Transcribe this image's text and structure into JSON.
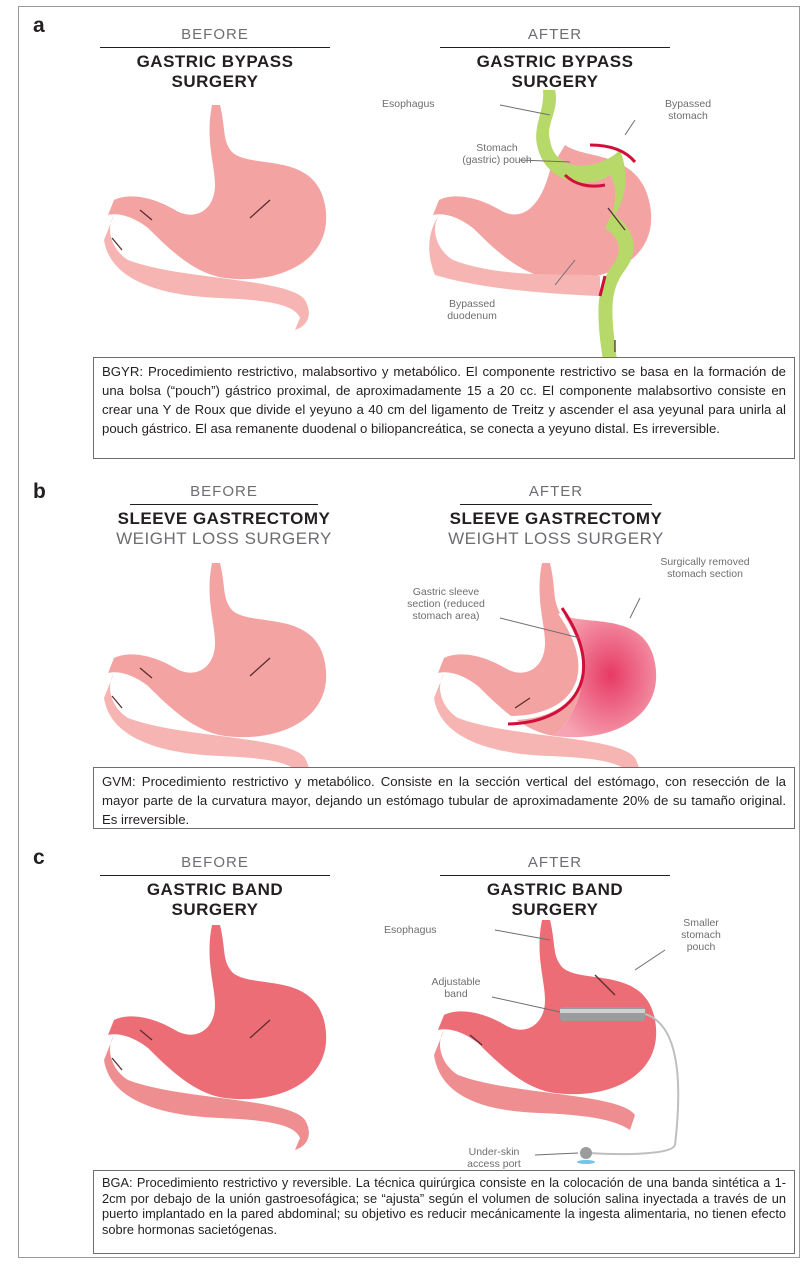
{
  "panel_a": {
    "letter": "a",
    "before": {
      "heading": "BEFORE",
      "title_line1": "GASTRIC BYPASS",
      "title_line2": "SURGERY"
    },
    "after": {
      "heading": "AFTER",
      "title_line1": "GASTRIC BYPASS",
      "title_line2": "SURGERY"
    },
    "labels": {
      "esophagus": "Esophagus",
      "bypassed_stomach": "Bypassed stomach",
      "stomach_pouch": "Stomach (gastric) pouch",
      "bypassed_duodenum": "Bypassed duodenum"
    },
    "description": "BGYR: Procedimiento restrictivo, malabsortivo y metabólico. El componente restrictivo se basa en la formación de una bolsa (“pouch”) gástrico proximal, de aproximadamente 15 a 20 cc. El componente malabsortivo consiste en crear una Y de Roux que divide el yeyuno a 40 cm del ligamento de Treitz y ascender el asa yeyunal para unirla al pouch gástrico. El asa remanente duodenal o biliopancreática, se conecta a yeyuno distal. Es irreversible."
  },
  "panel_b": {
    "letter": "b",
    "before": {
      "heading": "BEFORE",
      "title_line1": "SLEEVE GASTRECTOMY",
      "title_line2": "WEIGHT LOSS SURGERY"
    },
    "after": {
      "heading": "AFTER",
      "title_line1": "SLEEVE GASTRECTOMY",
      "title_line2": "WEIGHT LOSS SURGERY"
    },
    "labels": {
      "sleeve_section": "Gastric sleeve section (reduced stomach area)",
      "removed_section": "Surgically removed stomach section"
    },
    "description": "GVM: Procedimiento restrictivo y metabólico. Consiste en la sección vertical del estómago, con resección de la mayor parte de la curvatura mayor, dejando un estómago tubular de aproximadamente 20% de su tamaño original. Es irreversible."
  },
  "panel_c": {
    "letter": "c",
    "before": {
      "heading": "BEFORE",
      "title_line1": "GASTRIC BAND",
      "title_line2": "SURGERY"
    },
    "after": {
      "heading": "AFTER",
      "title_line1": "GASTRIC BAND",
      "title_line2": "SURGERY"
    },
    "labels": {
      "esophagus": "Esophagus",
      "smaller_pouch": "Smaller stomach pouch",
      "adjustable_band": "Adjustable band",
      "access_port": "Under-skin access port"
    },
    "description": "BGA: Procedimiento restrictivo y reversible. La técnica quirúrgica consiste en la colocación de una banda sintética a 1-2cm por debajo de la unión gastroesofágica; se “ajusta” según el volumen de solución salina inyectada a través de un puerto implantado en la pared abdominal; su objetivo es reducir mecánicamente la ingesta alimentaria, no tienen efecto sobre hormonas sacietógenas."
  },
  "colors": {
    "stomach": "#f4a3a3",
    "stomach_dark": "#ec6d76",
    "intestine": "#f6b5b3",
    "bypass_green": "#b7d96a",
    "staple": "#d0103a"
  }
}
